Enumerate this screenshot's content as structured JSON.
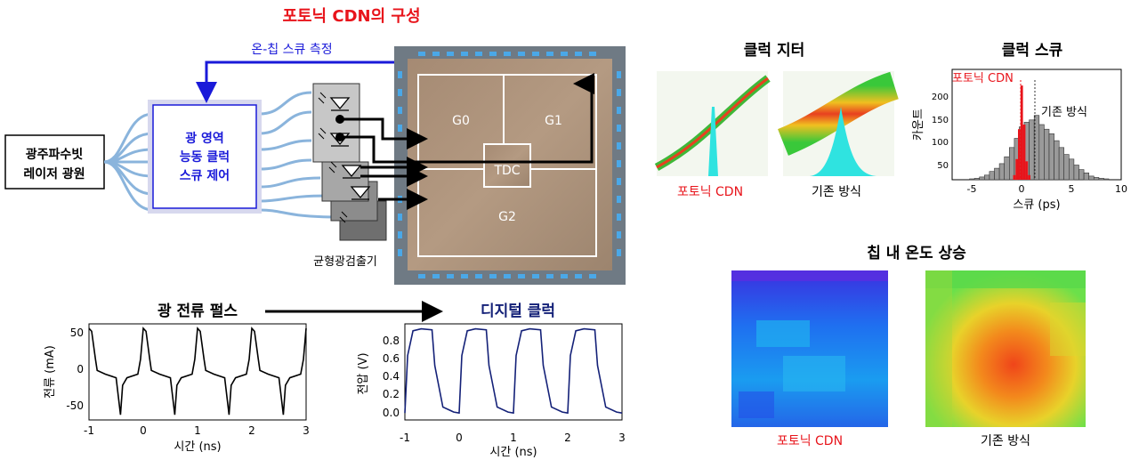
{
  "title": "포토닉 CDN의 구성",
  "colors": {
    "red": "#e8141b",
    "blue": "#1a1ad9",
    "navy": "#142178",
    "pipe": "#8ab4dc",
    "cyan": "#2fe3e0"
  },
  "diagram": {
    "laser_label_1": "광주파수빗",
    "laser_label_2": "레이저 광원",
    "skew_ctrl_1": "광 영역",
    "skew_ctrl_2": "능동 클럭",
    "skew_ctrl_3": "스큐 제어",
    "onchip_label": "온-칩 스큐 측정",
    "detector_label": "균형광검출기",
    "chip_g0": "G0",
    "chip_g1": "G1",
    "chip_g2": "G2",
    "chip_tdc": "TDC"
  },
  "pulse_section": {
    "left_title": "광 전류 펄스",
    "right_title": "디지털 클럭"
  },
  "current_plot": {
    "ylabel": "전류 (mA)",
    "xlabel": "시간 (ns)",
    "yticks": [
      "50",
      "0",
      "-50"
    ],
    "xticks": [
      "-1",
      "0",
      "1",
      "2",
      "3"
    ]
  },
  "voltage_plot": {
    "ylabel": "전압 (V)",
    "xlabel": "시간 (ns)",
    "yticks": [
      "0.8",
      "0.6",
      "0.4",
      "0.2",
      "0.0"
    ],
    "xticks": [
      "-1",
      "0",
      "1",
      "2",
      "3"
    ]
  },
  "jitter": {
    "title": "클럭 지터",
    "left_label": "포토닉 CDN",
    "right_label": "기존 방식"
  },
  "skew": {
    "title": "클럭 스큐",
    "photonic_label": "포토닉 CDN",
    "conventional_label": "기존 방식",
    "ylabel": "카운트",
    "xlabel": "스큐 (ps)",
    "yticks": [
      "200",
      "150",
      "100",
      "50"
    ],
    "xticks": [
      "-5",
      "0",
      "5",
      "10"
    ]
  },
  "thermal": {
    "title": "칩 내 온도 상승",
    "left_label": "포토닉 CDN",
    "right_label": "기존 방식"
  },
  "chart_data": [
    {
      "type": "line",
      "xlabel": "시간 (ns)",
      "ylabel": "전류 (mA)",
      "xlim": [
        -1,
        3
      ],
      "ylim": [
        -62,
        68
      ],
      "series": [
        {
          "name": "",
          "x": [
            -1.0,
            -0.95,
            -0.88,
            -0.85,
            -0.7,
            -0.5,
            -0.42,
            -0.38,
            -0.3,
            -0.1,
            -0.05,
            0.0,
            0.05,
            0.12,
            0.15,
            0.3,
            0.5,
            0.58,
            0.62,
            0.7,
            0.9,
            0.95,
            1.0,
            1.05,
            1.12,
            1.15,
            1.3,
            1.5,
            1.58,
            1.62,
            1.7,
            1.9,
            1.95,
            2.0,
            2.05,
            2.12,
            2.15,
            2.3,
            2.5,
            2.58,
            2.62,
            2.7,
            2.9,
            2.95,
            3.0
          ],
          "y": [
            62,
            58,
            20,
            5,
            0,
            -5,
            -55,
            -15,
            -5,
            0,
            20,
            62,
            58,
            20,
            5,
            0,
            -5,
            -55,
            -15,
            -5,
            0,
            20,
            62,
            58,
            20,
            5,
            0,
            -5,
            -55,
            -15,
            -5,
            0,
            20,
            62,
            58,
            20,
            5,
            0,
            -5,
            -55,
            -15,
            -5,
            0,
            20,
            62
          ]
        }
      ]
    },
    {
      "type": "line",
      "xlabel": "시간 (ns)",
      "ylabel": "전압 (V)",
      "xlim": [
        -1,
        3
      ],
      "ylim": [
        -0.05,
        0.92
      ],
      "series": [
        {
          "name": "",
          "x": [
            -1.0,
            -0.95,
            -0.85,
            -0.7,
            -0.5,
            -0.45,
            -0.3,
            -0.1,
            0.0,
            0.05,
            0.15,
            0.3,
            0.5,
            0.55,
            0.7,
            0.9,
            1.0,
            1.05,
            1.15,
            1.3,
            1.5,
            1.55,
            1.7,
            1.9,
            2.0,
            2.05,
            2.15,
            2.3,
            2.5,
            2.55,
            2.7,
            2.9,
            3.0
          ],
          "y": [
            0.02,
            0.6,
            0.85,
            0.87,
            0.86,
            0.5,
            0.08,
            0.03,
            0.02,
            0.6,
            0.85,
            0.87,
            0.86,
            0.5,
            0.08,
            0.03,
            0.02,
            0.6,
            0.85,
            0.87,
            0.86,
            0.5,
            0.08,
            0.03,
            0.02,
            0.6,
            0.85,
            0.87,
            0.86,
            0.5,
            0.08,
            0.03,
            0.02
          ]
        }
      ]
    },
    {
      "type": "bar",
      "xlabel": "스큐 (ps)",
      "ylabel": "카운트",
      "xlim": [
        -7,
        10
      ],
      "ylim": [
        0,
        240
      ],
      "series": [
        {
          "name": "포토닉 CDN",
          "x": [
            -0.75,
            -0.5,
            -0.25,
            0,
            0.25,
            0.5,
            0.75
          ],
          "values": [
            10,
            45,
            110,
            205,
            120,
            40,
            10
          ]
        },
        {
          "name": "기존 방식",
          "x": [
            -5,
            -4.5,
            -4,
            -3.5,
            -3,
            -2.5,
            -2,
            -1.5,
            -1,
            -0.5,
            0,
            0.5,
            1,
            1.5,
            2,
            2.5,
            3,
            3.5,
            4,
            4.5,
            5,
            5.5,
            6,
            6.5,
            7,
            7.5,
            8,
            8.5
          ],
          "values": [
            2,
            3,
            6,
            10,
            18,
            25,
            35,
            50,
            70,
            90,
            115,
            125,
            130,
            140,
            120,
            110,
            100,
            85,
            70,
            55,
            45,
            32,
            22,
            15,
            8,
            5,
            3,
            2
          ]
        }
      ]
    }
  ]
}
